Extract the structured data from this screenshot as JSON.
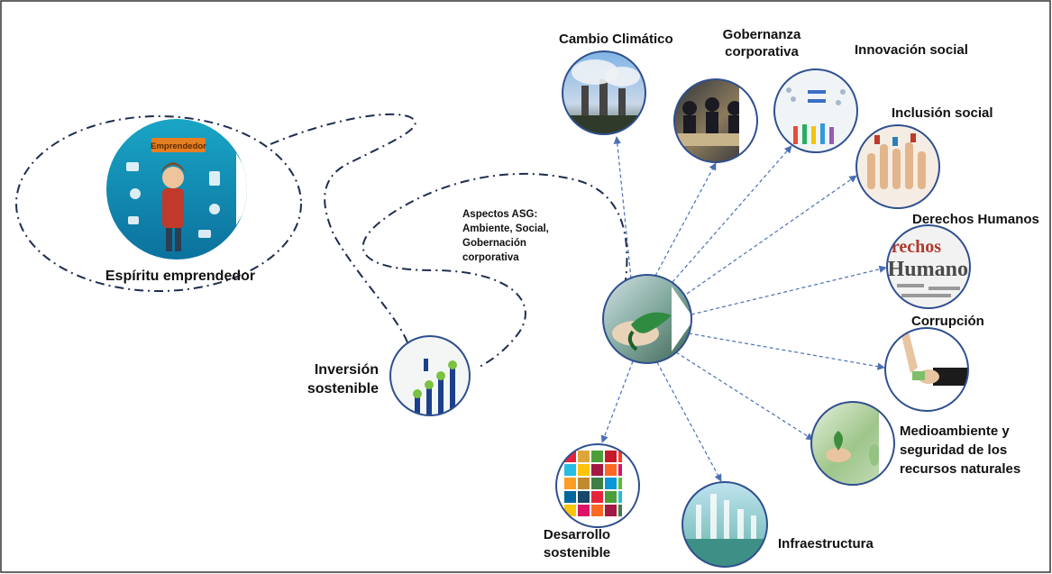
{
  "diagram": {
    "colors": {
      "frame": "#333333",
      "circle_border": "#2f4f8f",
      "dash_dot_line": "#1f2d50",
      "arrow": "#4a6fb5"
    },
    "nodes": {
      "entrepreneur": {
        "badge": "Emprendedor",
        "label": "Espíritu emprendedor"
      },
      "investment": {
        "label_line1": "Inversión",
        "label_line2": "sostenible"
      },
      "esg_note": {
        "line1": "Aspectos ASG:",
        "line2": "Ambiente,  Social,",
        "line3": "Gobernación",
        "line4": "corporativa"
      },
      "hub": {
        "icon": "sustainability-hand-icon"
      },
      "climate_change": {
        "label": "Cambio Climático"
      },
      "corporate_governance": {
        "label_line1": "Gobernanza",
        "label_line2": "corporativa"
      },
      "social_innovation": {
        "label": "Innovación social"
      },
      "social_inclusion": {
        "label": "Inclusión social"
      },
      "human_rights": {
        "label": "Derechos Humanos",
        "image_text_line1": "erechos",
        "image_text_line2": "Humanos"
      },
      "corruption": {
        "label": "Corrupción"
      },
      "environment": {
        "label_line1": "Medioambiente y",
        "label_line2": "seguridad de los",
        "label_line3": "recursos naturales"
      },
      "infrastructure": {
        "label": "Infraestructura"
      },
      "sustainable_development": {
        "label_line1": "Desarrollo",
        "label_line2": "sostenible"
      }
    }
  }
}
